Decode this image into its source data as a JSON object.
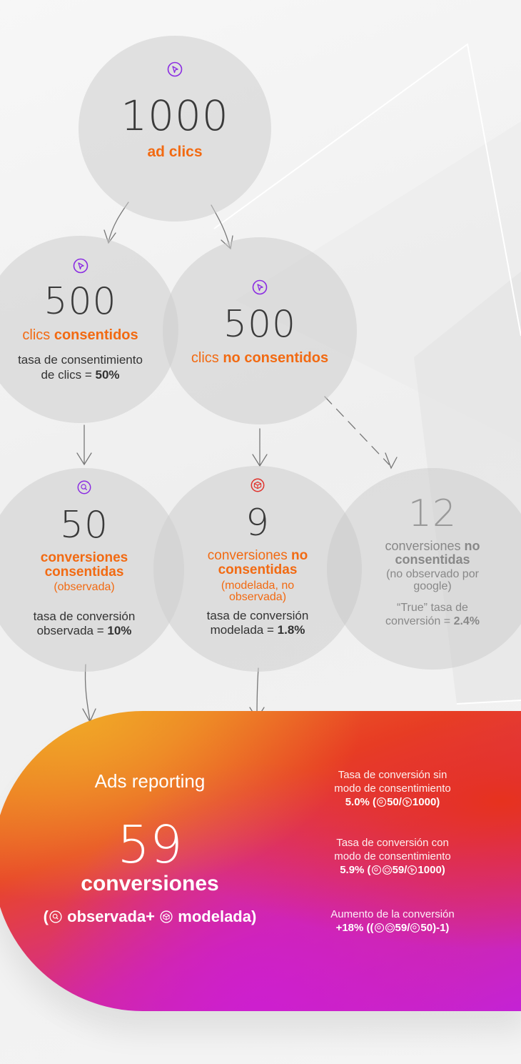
{
  "colors": {
    "orange": "#f26a12",
    "purple": "#8a2be2",
    "red": "#e0302a"
  },
  "top": {
    "value": "1000",
    "label": "ad clics",
    "icon": "cursor-click-icon"
  },
  "consented": {
    "value": "500",
    "label_pre": "clics ",
    "label_bold": "consentidos",
    "note_1": "tasa de consentimiento",
    "note_2_pre": "de clics = ",
    "note_2_bold": "50%"
  },
  "not_consented": {
    "value": "500",
    "label_pre": "clics ",
    "label_bold": "no consentidos"
  },
  "conv_consented": {
    "value": "50",
    "label_1": "conversiones",
    "label_2": "consentidas",
    "paren": "(observada)",
    "note_1": "tasa de conversión",
    "note_2_pre": "observada = ",
    "note_2_bold": "10%",
    "icon": "magnifier-icon"
  },
  "conv_modeled": {
    "value": "9",
    "label_1_pre": "conversiones ",
    "label_1_bold": "no",
    "label_2": "consentidas",
    "paren_1": "(modelada, no",
    "paren_2": "observada)",
    "note_1": "tasa de conversión",
    "note_2_pre": "modelada = ",
    "note_2_bold": "1.8%",
    "icon": "cube-icon"
  },
  "conv_true": {
    "value": "12",
    "label_1_pre": "conversiones ",
    "label_1_bold": "no",
    "label_2": "consentidas",
    "paren_1": "(no observado por",
    "paren_2": "google)",
    "note_1": "“True” tasa de",
    "note_2_pre": "conversión = ",
    "note_2_bold": "2.4%"
  },
  "report": {
    "title": "Ads reporting",
    "value": "59",
    "label": "conversiones",
    "formula_open": "(",
    "formula_a": "observada+",
    "formula_b": "modelada)",
    "stat1_l1": "Tasa de conversión sin",
    "stat1_l2": "modo de consentimiento",
    "stat1_v_pre": "5.0% (",
    "stat1_v_a": "50/",
    "stat1_v_b": "1000)",
    "stat2_l1": "Tasa de conversión con",
    "stat2_l2": "modo de consentimiento",
    "stat2_v_pre": "5.9% (",
    "stat2_v_a": "59/",
    "stat2_v_b": "1000)",
    "stat3_l1": "Aumento de la conversión",
    "stat3_v_pre": "+18% ((",
    "stat3_v_a": "59/",
    "stat3_v_b": "50)-1)"
  }
}
